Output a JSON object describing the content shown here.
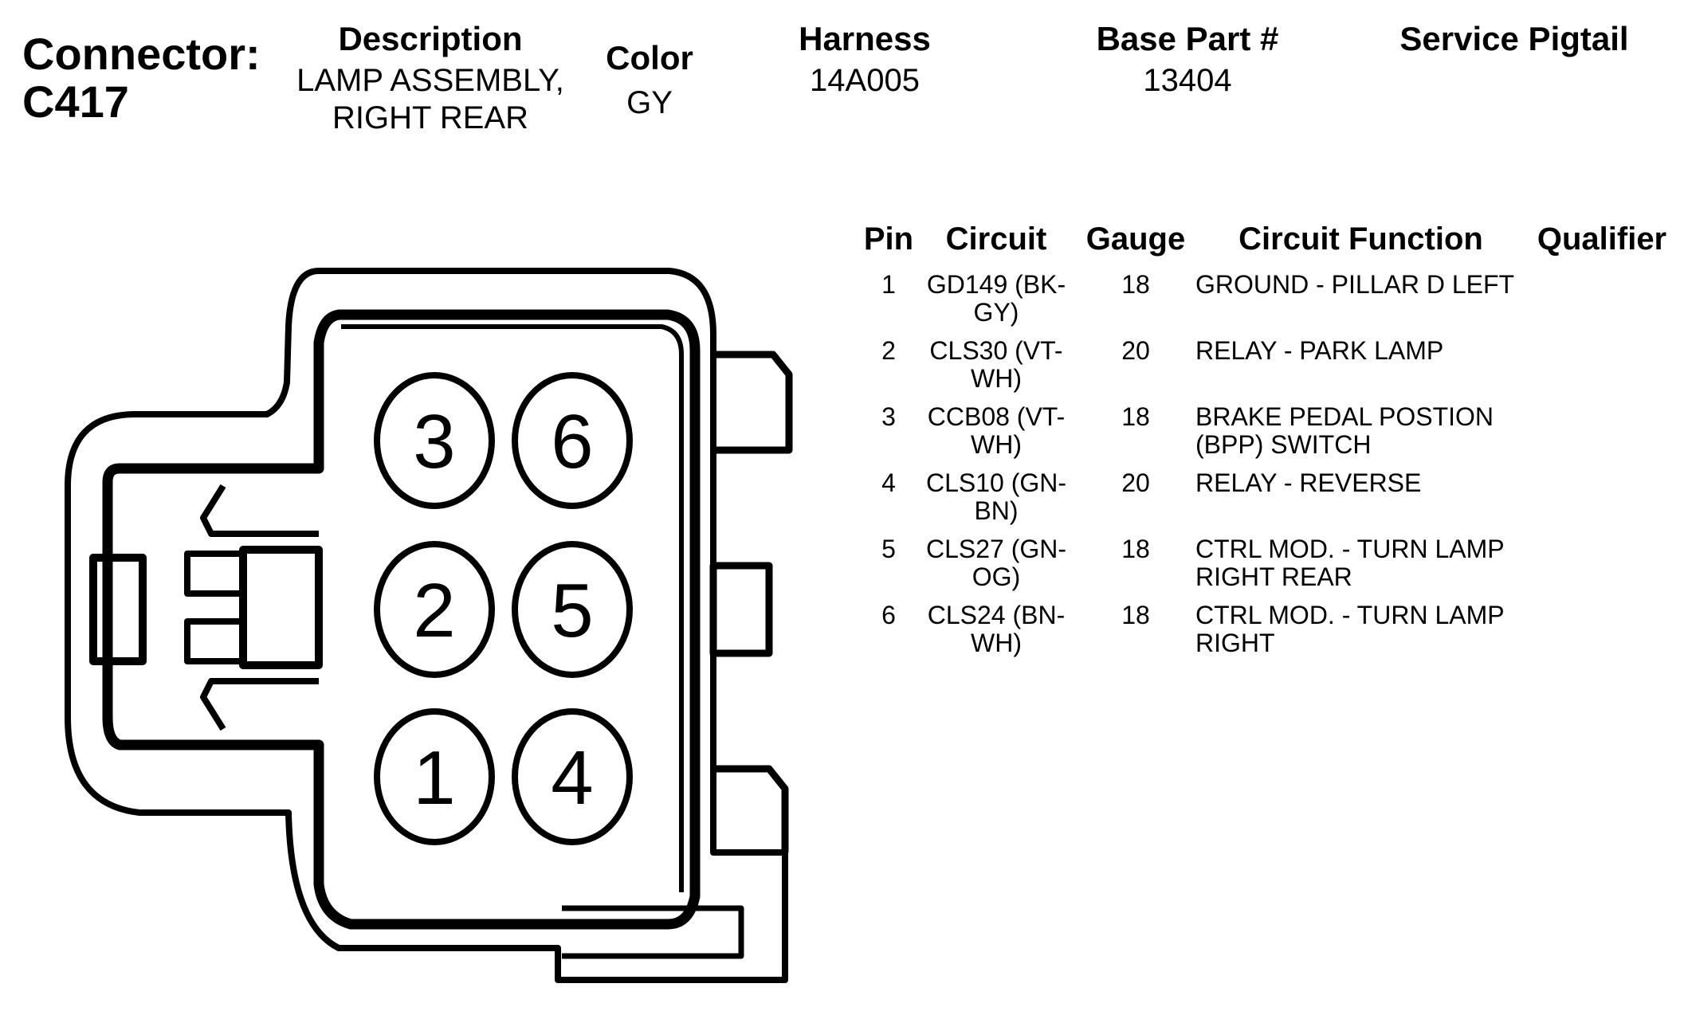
{
  "connector": {
    "label_line1": "Connector:",
    "label_line2": "C417"
  },
  "header": {
    "description_label": "Description",
    "description_line1": "LAMP ASSEMBLY,",
    "description_line2": "RIGHT REAR",
    "color_label": "Color",
    "color_value": "GY",
    "harness_label": "Harness",
    "harness_value": "14A005",
    "base_part_label": "Base Part #",
    "base_part_value": "13404",
    "service_pigtail_label": "Service Pigtail",
    "service_pigtail_value": ""
  },
  "table": {
    "headers": {
      "pin": "Pin",
      "circuit": "Circuit",
      "gauge": "Gauge",
      "function": "Circuit Function",
      "qualifier": "Qualifier"
    },
    "rows": [
      {
        "pin": "1",
        "circuit_line1": "GD149 (BK-",
        "circuit_line2": "GY)",
        "gauge": "18",
        "function_line1": "GROUND - PILLAR D LEFT",
        "function_line2": "",
        "qualifier": ""
      },
      {
        "pin": "2",
        "circuit_line1": "CLS30 (VT-",
        "circuit_line2": "WH)",
        "gauge": "20",
        "function_line1": "RELAY - PARK LAMP",
        "function_line2": "",
        "qualifier": ""
      },
      {
        "pin": "3",
        "circuit_line1": "CCB08 (VT-",
        "circuit_line2": "WH)",
        "gauge": "18",
        "function_line1": "BRAKE PEDAL POSTION",
        "function_line2": "(BPP) SWITCH",
        "qualifier": ""
      },
      {
        "pin": "4",
        "circuit_line1": "CLS10 (GN-",
        "circuit_line2": "BN)",
        "gauge": "20",
        "function_line1": "RELAY - REVERSE",
        "function_line2": "",
        "qualifier": ""
      },
      {
        "pin": "5",
        "circuit_line1": "CLS27 (GN-",
        "circuit_line2": "OG)",
        "gauge": "18",
        "function_line1": "CTRL MOD. - TURN LAMP",
        "function_line2": "RIGHT REAR",
        "qualifier": ""
      },
      {
        "pin": "6",
        "circuit_line1": "CLS24 (BN-",
        "circuit_line2": "WH)",
        "gauge": "18",
        "function_line1": "CTRL MOD. - TURN LAMP",
        "function_line2": "RIGHT",
        "qualifier": ""
      }
    ]
  },
  "diagram": {
    "pins": [
      "3",
      "6",
      "2",
      "5",
      "1",
      "4"
    ],
    "stroke_color": "#000000"
  }
}
